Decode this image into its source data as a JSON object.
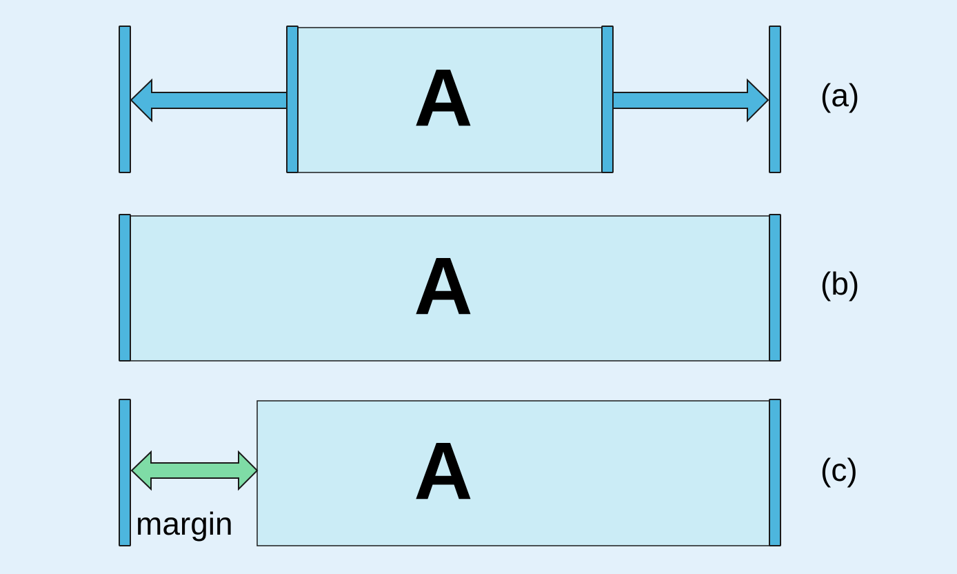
{
  "colors": {
    "background": "#e3f1fb",
    "box_fill": "#cbecf6",
    "constraint_bar": "#4db6de",
    "resize_arrow": "#4db6de",
    "margin_arrow": "#7fdca6",
    "outline": "#1a1a1a"
  },
  "rows": [
    {
      "box_label": "A",
      "row_label": "(a)"
    },
    {
      "box_label": "A",
      "row_label": "(b)"
    },
    {
      "box_label": "A",
      "row_label": "(c)",
      "margin_label": "margin"
    }
  ]
}
